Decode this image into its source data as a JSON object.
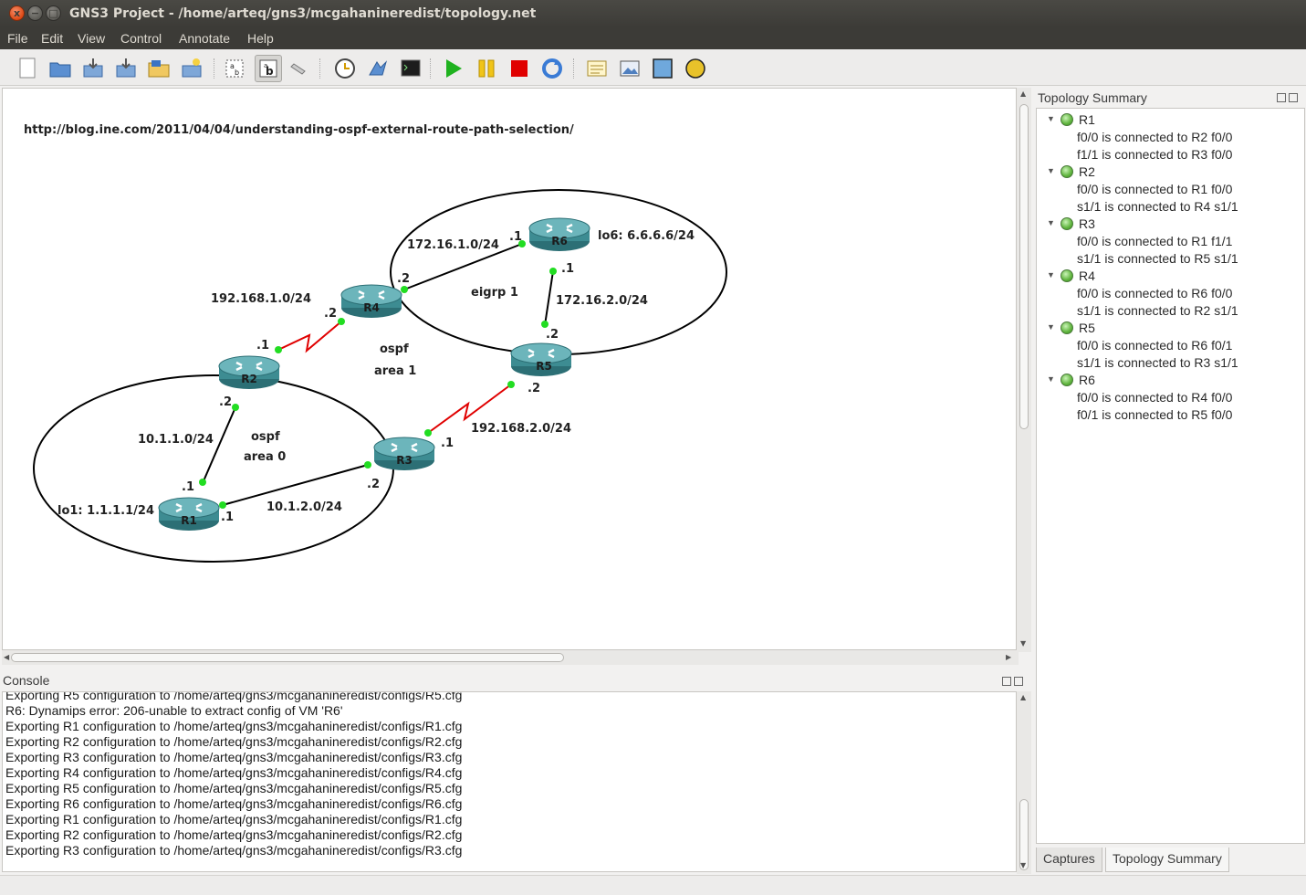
{
  "window": {
    "title": "GNS3 Project - /home/arteq/gns3/mcgahanineredist/topology.net",
    "close_glyph": "x",
    "min_glyph": "−",
    "max_glyph": "□"
  },
  "menu": [
    "File",
    "Edit",
    "View",
    "Control",
    "Annotate",
    "Help"
  ],
  "toolbar": {
    "icons": [
      "new-project-icon",
      "open-project-icon",
      "save-project-icon",
      "save-as-icon",
      "open-folder-icon",
      "snapshot-icon",
      "show-hostnames-icon",
      "show-interface-labels-icon",
      "add-link-icon",
      "console-all-icon",
      "capture-icon",
      "terminal-icon",
      "start-all-icon",
      "suspend-all-icon",
      "stop-all-icon",
      "reload-all-icon",
      "add-note-icon",
      "insert-picture-icon",
      "draw-rectangle-icon",
      "draw-ellipse-icon"
    ],
    "colors": {
      "start": "#1fb21f",
      "suspend": "#f0c419",
      "stop": "#e00000",
      "rect": "#6fa8dc",
      "ellipse": "#e8c22a"
    }
  },
  "canvas": {
    "url_note": "http://blog.ine.com/2011/04/04/understanding-ospf-external-route-path-selection/",
    "routers": [
      {
        "name": "R1"
      },
      {
        "name": "R2"
      },
      {
        "name": "R3"
      },
      {
        "name": "R4"
      },
      {
        "name": "R5"
      },
      {
        "name": "R6"
      }
    ],
    "labels": {
      "net_172_16_1": "172.16.1.0/24",
      "lo6": "lo6: 6.6.6.6/24",
      "r6_dot1_a": ".1",
      "r6_dot1_b": ".1",
      "r4_dot2_a": ".2",
      "eigrp": "eigrp 1",
      "net_172_16_2": "172.16.2.0/24",
      "net_192_168_1": "192.168.1.0/24",
      "r4_dot2_b": ".2",
      "r2_dot1": ".1",
      "ospf1": "ospf",
      "area1": "area 1",
      "r5_dot2_a": ".2",
      "r5_dot2_b": ".2",
      "r2_dot2": ".2",
      "net_10_1_1": "10.1.1.0/24",
      "ospf0": "ospf",
      "area0": "area 0",
      "net_192_168_2": "192.168.2.0/24",
      "r3_dot1": ".1",
      "r1_dot1_a": ".1",
      "r3_dot2": ".2",
      "lo1": "lo1: 1.1.1.1/24",
      "net_10_1_2": "10.1.2.0/24",
      "r1_dot1_b": ".1"
    },
    "colors": {
      "link": "#000000",
      "serial": "#e00000",
      "port": "#22dd22",
      "router": "#3d8c92"
    }
  },
  "console": {
    "title": "Console",
    "lines": [
      "Exporting R5 configuration to /home/arteq/gns3/mcgahanineredist/configs/R5.cfg",
      "R6: Dynamips error: 206-unable to extract config of VM 'R6'",
      "Exporting R1 configuration to /home/arteq/gns3/mcgahanineredist/configs/R1.cfg",
      "Exporting R2 configuration to /home/arteq/gns3/mcgahanineredist/configs/R2.cfg",
      "Exporting R3 configuration to /home/arteq/gns3/mcgahanineredist/configs/R3.cfg",
      "Exporting R4 configuration to /home/arteq/gns3/mcgahanineredist/configs/R4.cfg",
      "Exporting R5 configuration to /home/arteq/gns3/mcgahanineredist/configs/R5.cfg",
      "Exporting R6 configuration to /home/arteq/gns3/mcgahanineredist/configs/R6.cfg",
      "Exporting R1 configuration to /home/arteq/gns3/mcgahanineredist/configs/R1.cfg",
      "Exporting R2 configuration to /home/arteq/gns3/mcgahanineredist/configs/R2.cfg",
      "Exporting R3 configuration to /home/arteq/gns3/mcgahanineredist/configs/R3.cfg"
    ]
  },
  "topology_summary": {
    "title": "Topology Summary",
    "expand_glyph": "▼",
    "nodes": [
      {
        "name": "R1",
        "links": [
          "f0/0 is connected to R2 f0/0",
          "f1/1 is connected to R3 f0/0"
        ]
      },
      {
        "name": "R2",
        "links": [
          "f0/0 is connected to R1 f0/0",
          "s1/1 is connected to R4 s1/1"
        ]
      },
      {
        "name": "R3",
        "links": [
          "f0/0 is connected to R1 f1/1",
          "s1/1 is connected to R5 s1/1"
        ]
      },
      {
        "name": "R4",
        "links": [
          "f0/0 is connected to R6 f0/0",
          "s1/1 is connected to R2 s1/1"
        ]
      },
      {
        "name": "R5",
        "links": [
          "f0/0 is connected to R6 f0/1",
          "s1/1 is connected to R3 s1/1"
        ]
      },
      {
        "name": "R6",
        "links": [
          "f0/0 is connected to R4 f0/0",
          "f0/1 is connected to R5 f0/0"
        ]
      }
    ]
  },
  "bottom_tabs": [
    "Captures",
    "Topology Summary"
  ],
  "active_tab": "Topology Summary"
}
